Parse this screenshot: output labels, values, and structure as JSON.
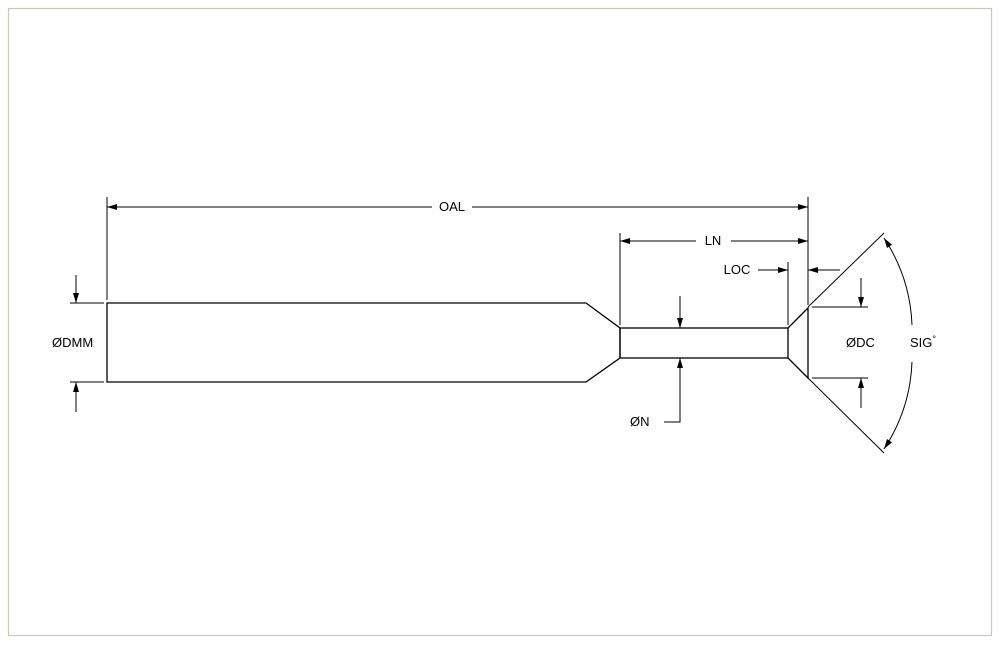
{
  "drawing": {
    "labels": {
      "oal": "OAL",
      "ln": "LN",
      "loc": "LOC",
      "dmm": "DMM",
      "dc": "DC",
      "n": "N",
      "sig": "SIG",
      "degree": "°",
      "diameter_symbol": "Ø"
    },
    "colors": {
      "border": "#c8c8b4",
      "line": "#000000",
      "background": "#ffffff"
    }
  }
}
